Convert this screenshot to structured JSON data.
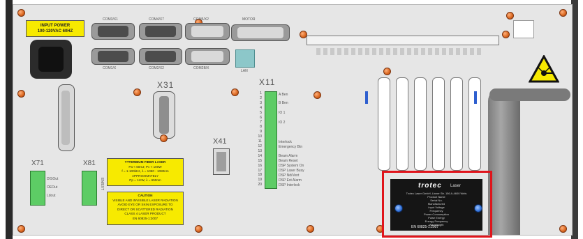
{
  "input_power": {
    "line1": "INPUT POWER",
    "line2": "100-120VAC 60HZ"
  },
  "connectors": {
    "com3": "COM3/X1",
    "com4": "COM4/X7",
    "com5": "COM5/X2",
    "motor": "MOTOR",
    "com1": "COM1/X",
    "com2": "COM2/X2",
    "com2b": "COM2B/X",
    "lan": "LAN",
    "x31": "X31",
    "x11": "X11",
    "x41": "X41",
    "x71": "X71",
    "x81": "X81"
  },
  "x11_labels": [
    "A Ben",
    "B Ben",
    "IO 1",
    "IO 2",
    "Interlock",
    "Emergency Btn",
    "Beam Alarm",
    "Beam Reset",
    "DSP System On",
    "DSP Laser Busy",
    "DSP Nd/Vent",
    "DSP Ext Alarm",
    "DSP Interlock"
  ],
  "x11_numbers": [
    "1",
    "2",
    "3",
    "4",
    "5",
    "6",
    "7",
    "8",
    "9",
    "10",
    "11",
    "12",
    "13",
    "14",
    "15",
    "16",
    "17",
    "18",
    "19",
    "20"
  ],
  "x71_labels": [
    "DISOut",
    "OEOut",
    "Ldout"
  ],
  "x81_label": "EN/EXT",
  "fiber_laser_label": {
    "l1": "YTTERBIUM FIBER LASER",
    "l2": "Pa < 60mJ; Pc < 100W",
    "l3": "f = 1-100kHz, λ = 1060 - 1080nm",
    "l4": "APPROXIMATELY",
    "l5": "Pp = 1mW, λ = 650nm"
  },
  "caution_label": {
    "l1": "CAUTION",
    "l2": "VISIBLE AND INVISIBLE LASER RADIATION",
    "l3": "AVOID EYE OR SKIN EXPOSURE TO",
    "l4": "DIRECT OR SCATTERED RADIATION",
    "l5": "CLASS 4 LASER PRODUCT",
    "l6": "EN 60825-1:2007"
  },
  "rating_plate": {
    "brand": "trotec",
    "subtitle": "Laser",
    "lines": [
      "Trotec Laser GmbH, Linzer Str. 156 A-4600 Wels",
      "Product Name",
      "Serial No.",
      "Manufactured",
      "Input Voltage",
      "Frequency",
      "Power Consumption",
      "Pulse Energy",
      "Energy Frequency",
      "Wavelength"
    ],
    "footer": "EN 60825-1:2007"
  },
  "colors": {
    "highlight": "#e0141b",
    "warning_yellow": "#f7ea00",
    "terminal_green": "#5dcc65"
  },
  "icons": [
    "laser-warning-icon",
    "screw-icon",
    "bolt-icon"
  ]
}
